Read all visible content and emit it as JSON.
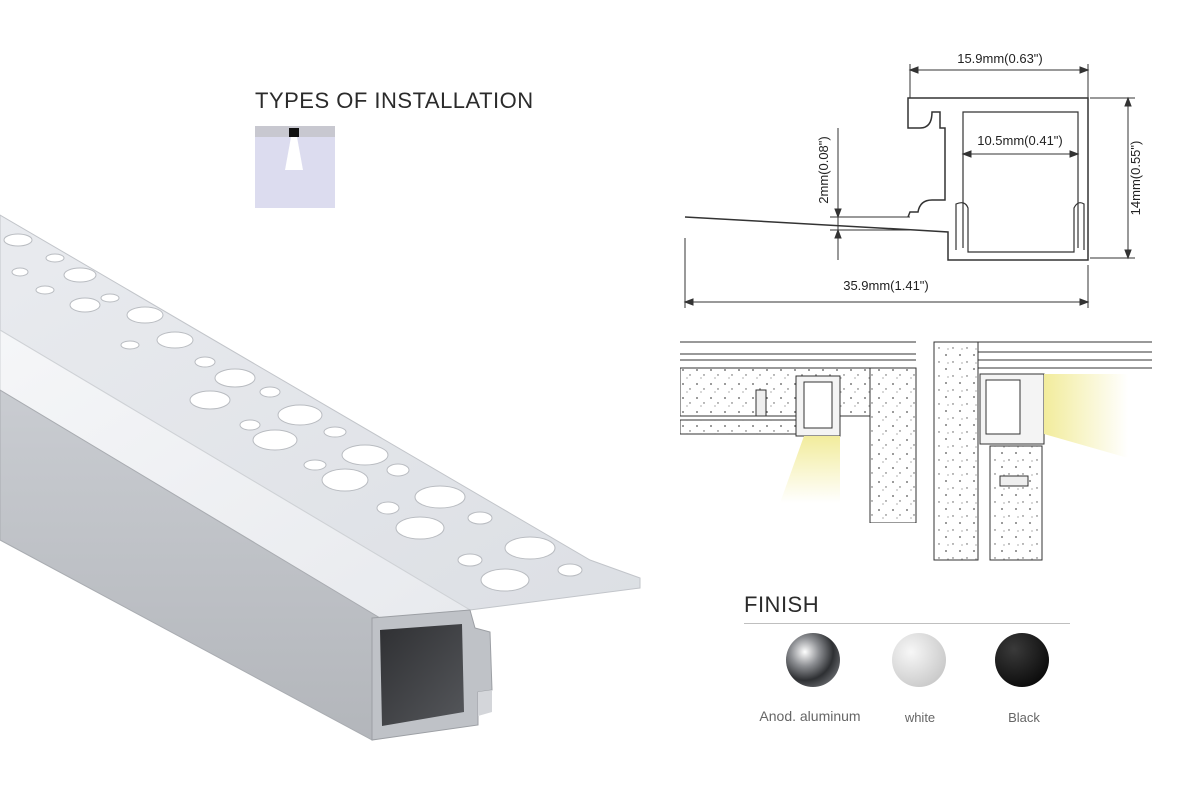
{
  "installation": {
    "title": "TYPES OF INSTALLATION",
    "icon": "recessed-install-icon"
  },
  "dimensions": {
    "top_width": "15.9mm(0.63\")",
    "inner_width": "10.5mm(0.41\")",
    "flange_thickness": "2mm(0.08\")",
    "height": "14mm(0.55\")",
    "total_width": "35.9mm(1.41\")"
  },
  "finish": {
    "title": "FINISH",
    "options": [
      {
        "label": "Anod. aluminum",
        "color": "#9a9a9a"
      },
      {
        "label": "white",
        "color": "#d9d9d9"
      },
      {
        "label": "Black",
        "color": "#151515"
      }
    ]
  },
  "colors": {
    "profile_light": "#e6e8ec",
    "profile_mid": "#c4c7cc",
    "profile_dark": "#3c3d40",
    "light_beam": "#f4f0b0",
    "line": "#333333"
  }
}
